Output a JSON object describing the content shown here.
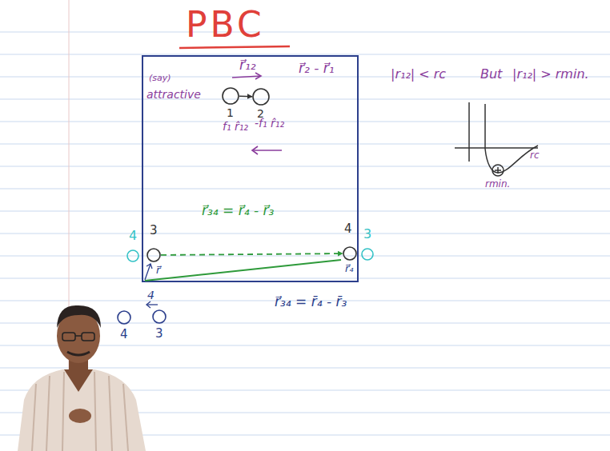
{
  "diagram": {
    "title": "PBC",
    "nodes": [
      {
        "text": [
          "1"
        ]
      },
      {
        "text": [
          "2"
        ]
      },
      {
        "text": [
          "4"
        ]
      },
      {
        "text": [
          "3"
        ]
      },
      {
        "text": [
          "4"
        ]
      },
      {
        "text": [
          "3"
        ]
      },
      {
        "text": [
          "4"
        ]
      },
      {
        "text": [
          "3"
        ]
      }
    ],
    "edges": [
      {
        "from": 0,
        "to": 1,
        "arrow": "to"
      },
      {
        "from": 3,
        "to": 4,
        "arrow": "to"
      }
    ],
    "labels": [
      "r⃗₁₂",
      "r⃗₂ - r⃗₁",
      "(say)",
      "attractive",
      "f₁ r̂₁₂",
      "-f₁ r̂₁₂",
      "r⃗₃₄ = r⃗₄ - r⃗₃",
      "r⃗",
      "r⃗₄",
      "4",
      "r⃗₃₄ = r̄₄ - r̄₃",
      "|r₁₂| < rc",
      "But",
      "|r₁₂| > rmin.",
      "rc",
      "rmin."
    ]
  }
}
